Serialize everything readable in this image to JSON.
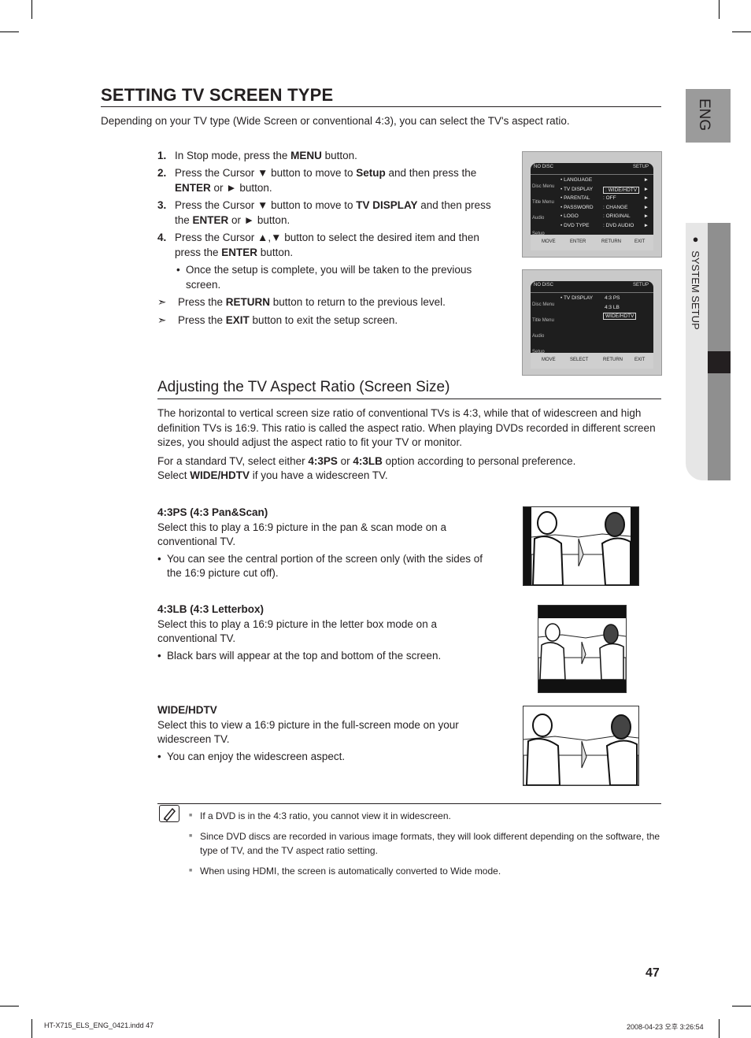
{
  "title": "SETTING TV SCREEN TYPE",
  "intro": "Depending on your TV type (Wide Screen or conventional 4:3), you can select the TV's aspect ratio.",
  "steps": [
    {
      "num": "1.",
      "pre": "In Stop mode, press the ",
      "b1": "MENU",
      "mid": " button.",
      "b2": "",
      "post": ""
    },
    {
      "num": "2.",
      "pre": "Press the Cursor ▼ button to move to ",
      "b1": "Setup",
      "mid": " and then press the ",
      "b2": "ENTER",
      "post": " or ► button."
    },
    {
      "num": "3.",
      "pre": "Press the Cursor ▼ button to move to ",
      "b1": "TV DISPLAY",
      "mid": " and then press the ",
      "b2": "ENTER",
      "post": " or ► button."
    },
    {
      "num": "4.",
      "pre": "Press the Cursor ▲,▼ button to select the desired item and then press the ",
      "b1": "ENTER",
      "mid": " button.",
      "b2": "",
      "post": ""
    }
  ],
  "step4_bullet": "Once the setup is complete, you will be taken to the previous screen.",
  "arrow_notes": [
    {
      "pre": "Press the ",
      "b": "RETURN",
      "post": " button to return to the previous level."
    },
    {
      "pre": "Press the ",
      "b": "EXIT",
      "post": " button to exit the setup screen."
    }
  ],
  "osd1": {
    "top_left": "NO DISC",
    "top_right": "SETUP",
    "side": [
      "Disc Menu",
      "Title Menu",
      "Audio",
      "Setup"
    ],
    "rows": [
      {
        "label": "• LANGUAGE",
        "value": "",
        "chev": "►"
      },
      {
        "label": "• TV DISPLAY",
        "value": ": WIDE/HDTV",
        "chev": "►"
      },
      {
        "label": "• PARENTAL",
        "value": ": OFF",
        "chev": "►"
      },
      {
        "label": "• PASSWORD",
        "value": ": CHANGE",
        "chev": "►"
      },
      {
        "label": "• LOGO",
        "value": ": ORIGINAL",
        "chev": "►"
      },
      {
        "label": "• DVD TYPE",
        "value": ": DVD AUDIO",
        "chev": "►"
      }
    ],
    "bottom": [
      "MOVE",
      "ENTER",
      "RETURN",
      "EXIT"
    ]
  },
  "osd2": {
    "top_left": "NO DISC",
    "top_right": "SETUP",
    "side": [
      "Disc Menu",
      "Title Menu",
      "Audio",
      "Setup"
    ],
    "label": "• TV DISPLAY",
    "options": [
      "4:3 PS",
      "4:3 LB",
      "WIDE/HDTV"
    ],
    "bottom": [
      "MOVE",
      "SELECT",
      "RETURN",
      "EXIT"
    ]
  },
  "subtitle": "Adjusting the TV Aspect Ratio (Screen Size)",
  "aspect_para": "The horizontal to vertical screen size ratio of conventional TVs is 4:3, while that of widescreen and high definition TVs is 16:9. This ratio is called the aspect ratio. When playing DVDs recorded in different screen sizes, you should adjust the aspect ratio to fit your TV or monitor.",
  "standard_line": {
    "pre": "For a standard TV, select either ",
    "b1": "4:3PS",
    "mid": " or ",
    "b2": "4:3LB",
    "post": " option according to personal preference."
  },
  "wide_line": {
    "pre": "Select ",
    "b": "WIDE/HDTV",
    "post": " if you have a widescreen TV."
  },
  "sections": [
    {
      "head": "4:3PS (4:3 Pan&Scan)",
      "text": "Select this to play a 16:9 picture in the pan & scan mode on a conventional TV.",
      "bullet": "You can see the central portion of the screen only (with the sides of the 16:9 picture cut off)."
    },
    {
      "head": "4:3LB (4:3 Letterbox)",
      "text": "Select this to play a 16:9 picture in the letter box mode on a conventional TV.",
      "bullet": "Black bars will appear at the top and bottom of the screen."
    },
    {
      "head": "WIDE/HDTV",
      "text": "Select this to view a 16:9 picture in the full-screen mode on your widescreen TV.",
      "bullet": "You can enjoy the widescreen aspect."
    }
  ],
  "notes": [
    "If a DVD is in the 4:3 ratio, you cannot view it in widescreen.",
    "Since DVD discs are recorded in various image formats, they will look different depending on the software, the type of TV, and the TV aspect ratio setting.",
    "When using HDMI, the screen is automatically converted to Wide mode."
  ],
  "side_tab": "ENG",
  "side_label": "SYSTEM SETUP",
  "page_number": "47",
  "footer_left": "HT-X715_ELS_ENG_0421.indd   47",
  "footer_right": "2008-04-23   오후 3:26:54"
}
